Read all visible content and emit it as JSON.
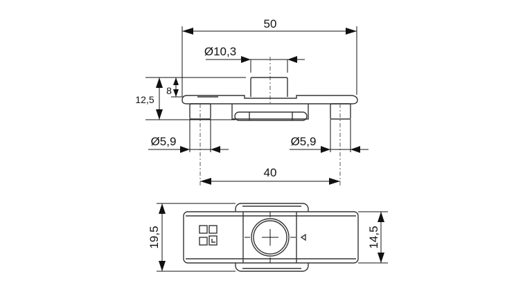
{
  "drawing": {
    "side_view": {
      "overall_width": "50",
      "boss_diameter": "Ø10,3",
      "total_height": "12,5",
      "boss_height": "8",
      "left_pin_diameter": "Ø5,9",
      "right_pin_diameter": "Ø5,9",
      "pin_spacing": "40"
    },
    "top_view": {
      "center_width": "19,5",
      "bar_width": "14,5"
    }
  }
}
